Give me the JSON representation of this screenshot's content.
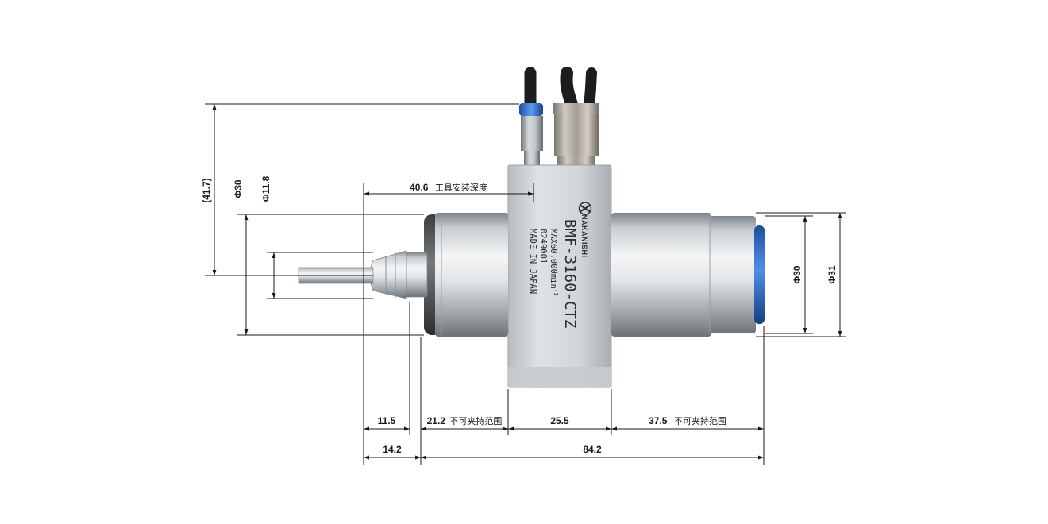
{
  "dimensions": {
    "d_41_7": "(41.7)",
    "d_phi30_left": "Φ30",
    "d_phi11_8": "Φ11.8",
    "d_40_6": "40.6",
    "d_40_6_note": "工具安装深度",
    "d_phi30_right": "Φ30",
    "d_phi31": "Φ31",
    "d_11_5": "11.5",
    "d_21_2": "21.2",
    "d_21_2_note": "不可夹持范围",
    "d_25_5": "25.5",
    "d_37_5": "37.5",
    "d_37_5_note": "不可夹持范围",
    "d_14_2": "14.2",
    "d_84_2": "84.2"
  },
  "product": {
    "model": "BMF-3160-CTZ",
    "brand": "NAKANISHI",
    "speed": "MAX60,000min",
    "speed_sup": "-1",
    "serial": "0249001",
    "origin": "MADE IN JAPAN"
  },
  "colors": {
    "line": "#1a1a1a",
    "steel_light": "#eef0f1",
    "steel_dark": "#8d9296",
    "accent_blue": "#2e6fc7"
  }
}
